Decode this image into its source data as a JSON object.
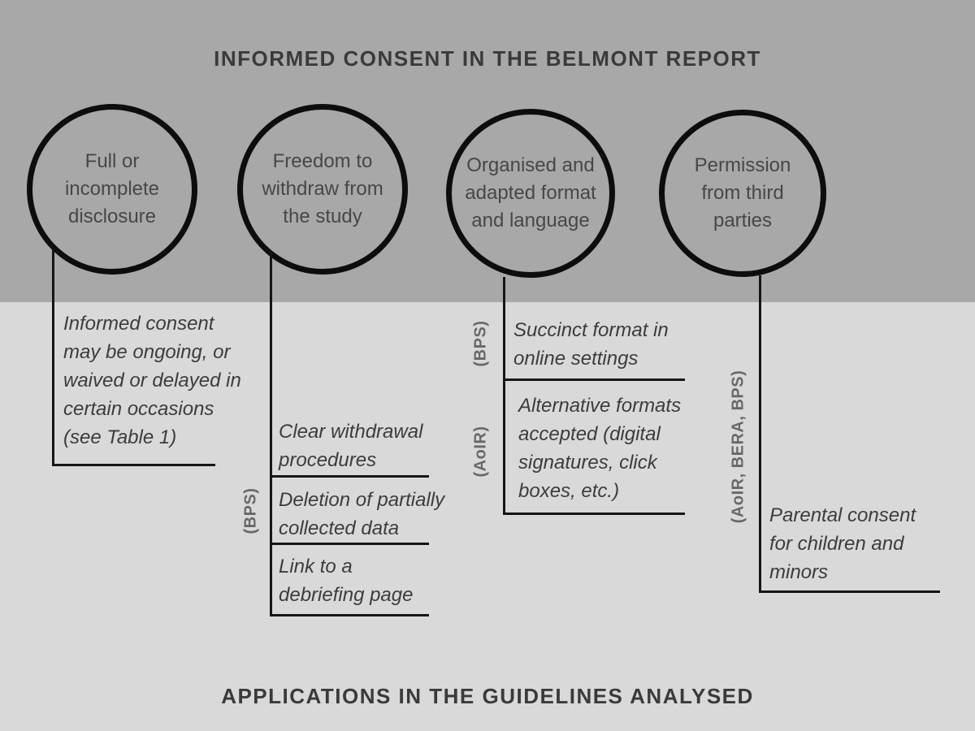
{
  "page": {
    "top_title": "INFORMED CONSENT IN THE BELMONT REPORT",
    "bottom_title": "APPLICATIONS IN THE GUIDELINES ANALYSED"
  },
  "colors": {
    "top_band": "#a8a8a8",
    "bottom_band": "#d9d9d9",
    "line": "#161616",
    "circle_stroke": "#0d0d0d",
    "text": "#3c3c3c",
    "source_label": "#686868"
  },
  "circles": [
    {
      "label": "Full or\nincomplete\ndisclosure"
    },
    {
      "label": "Freedom to\nwithdraw from\nthe study"
    },
    {
      "label": "Organised and\nadapted format\nand language"
    },
    {
      "label": "Permission\nfrom third\nparties"
    }
  ],
  "annotations": {
    "disclosure_note": "Informed consent\nmay be ongoing, or\nwaived or delayed in\ncertain occasions\n(see Table 1)",
    "withdraw_source": "(BPS)",
    "withdraw_items": [
      "Clear withdrawal\nprocedures",
      "Deletion of partially\ncollected data",
      "Link to a\ndebriefing page"
    ],
    "format_items": [
      {
        "source": "(BPS)",
        "text": "Succinct format in\nonline settings"
      },
      {
        "source": "(AoIR)",
        "text": "Alternative formats\naccepted (digital\nsignatures, click\nboxes, etc.)"
      }
    ],
    "third_party_source": "(AoIR, BERA, BPS)",
    "third_party_note": "Parental consent\nfor children and\nminors"
  }
}
